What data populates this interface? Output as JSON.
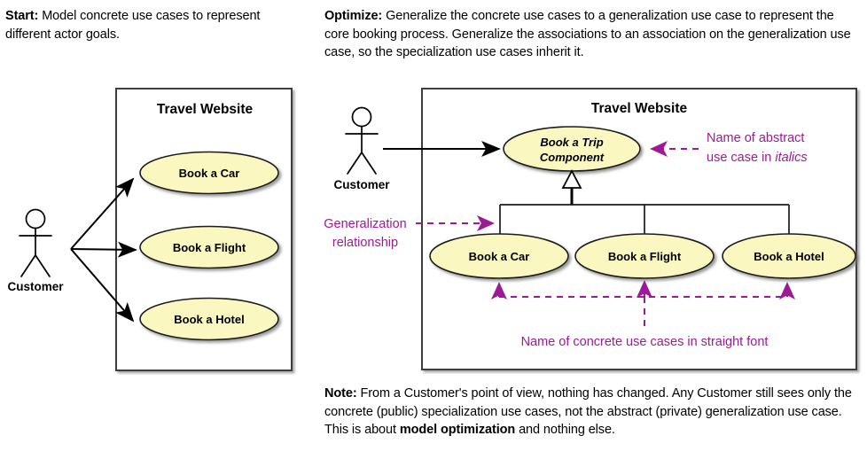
{
  "captions": {
    "start": {
      "lead": "Start:",
      "body": " Model concrete use cases to represent different actor goals."
    },
    "optimize": {
      "lead": "Optimize:",
      "body": " Generalize the concrete use cases to a generalization use case to represent the core booking process.  Generalize the associations to an association on the generalization use case, so the specialization use cases inherit it."
    },
    "note": {
      "lead": "Note:",
      "body_1": " From a Customer's point of view, nothing has changed.  Any Customer still sees only the concrete (public) specialization use cases, not the abstract (private) generalization use case.  This is about ",
      "bold_2": "model optimization",
      "body_3": " and nothing else."
    }
  },
  "colors": {
    "usecase_fill": "#faf8c0",
    "usecase_stroke": "#1a1a1a",
    "annotation_purple": "#9c1a95",
    "box_stroke": "#3c3c3c",
    "background": "#ffffff"
  },
  "left_diagram": {
    "system_title": "Travel Website",
    "actor_label": "Customer",
    "use_cases": [
      {
        "label": "Book a Car"
      },
      {
        "label": "Book a Flight"
      },
      {
        "label": "Book a Hotel"
      }
    ]
  },
  "right_diagram": {
    "system_title": "Travel Website",
    "actor_label": "Customer",
    "abstract_use_case": {
      "line1": "Book a Trip",
      "line2": "Component"
    },
    "use_cases": [
      {
        "label": "Book a Car"
      },
      {
        "label": "Book a Flight"
      },
      {
        "label": "Book a Hotel"
      }
    ],
    "annotations": {
      "abstract_note_line1": "Name of abstract",
      "abstract_note_line2_pre": "use case in ",
      "abstract_note_line2_ital": "italics",
      "generalization_line1": "Generalization",
      "generalization_line2": "relationship",
      "concrete_note": "Name of concrete use cases in straight font"
    }
  }
}
